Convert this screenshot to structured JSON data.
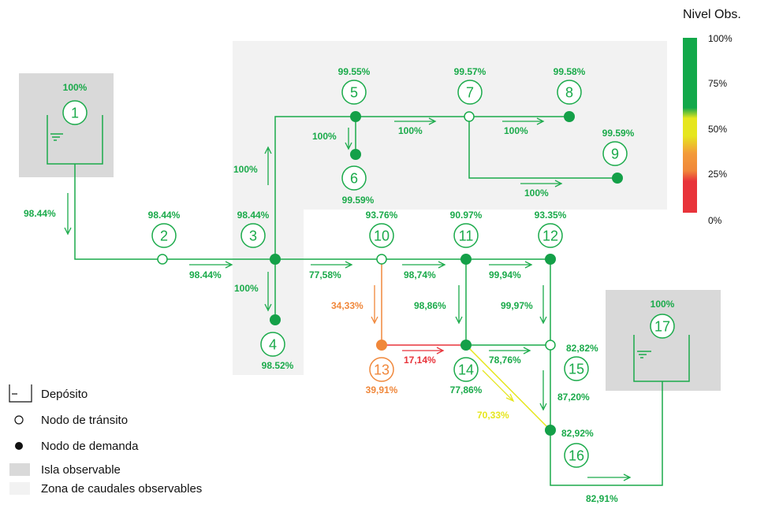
{
  "colors": {
    "green": "#1aaa4a",
    "node_green": "#14a048",
    "orange": "#f0873a",
    "red": "#e8333a",
    "yellow": "#e6e61e",
    "gray_island": "#d9d9d9",
    "light_zone": "#f2f2f2"
  },
  "nodes": {
    "n1": {
      "num": "1",
      "pct": "100%"
    },
    "n2": {
      "num": "2",
      "pct": "98.44%"
    },
    "n3": {
      "num": "3",
      "pct": "98.44%"
    },
    "n4": {
      "num": "4",
      "pct": "98.52%"
    },
    "n5": {
      "num": "5",
      "pct": "99.55%"
    },
    "n6": {
      "num": "6",
      "pct": "99.59%"
    },
    "n7": {
      "num": "7",
      "pct": "99.57%"
    },
    "n8": {
      "num": "8",
      "pct": "99.58%"
    },
    "n9": {
      "num": "9",
      "pct": "99.59%"
    },
    "n10": {
      "num": "10",
      "pct": "93.76%"
    },
    "n11": {
      "num": "11",
      "pct": "90.97%"
    },
    "n12": {
      "num": "12",
      "pct": "93.35%"
    },
    "n13": {
      "num": "13",
      "pct": "39,91%"
    },
    "n14": {
      "num": "14",
      "pct": "77,86%"
    },
    "n15": {
      "num": "15",
      "pct": "82,82%"
    },
    "n16": {
      "num": "16",
      "pct": "82,92%"
    },
    "n17": {
      "num": "17",
      "pct": "100%"
    }
  },
  "flows": {
    "f1_2": "98.44%",
    "f2_3": "98.44%",
    "f3_5": "100%",
    "f5_6": "100%",
    "f5_7": "100%",
    "f7_8": "100%",
    "f7_9": "100%",
    "f3_4": "100%",
    "f3_10": "77,58%",
    "f10_11": "98,74%",
    "f11_12": "99,94%",
    "f10_13": "34,33%",
    "f11_14": "98,86%",
    "f12_15": "99,97%",
    "f13_14": "17,14%",
    "f14_15": "78,76%",
    "f15_16": "87,20%",
    "f14_16": "70,33%",
    "f16_17": "82,91%"
  },
  "scale": {
    "title": "Nivel Obs.",
    "ticks": [
      "100%",
      "75%",
      "50%",
      "25%",
      "0%"
    ]
  },
  "legend": {
    "deposito": "Depósito",
    "transito": "Nodo de tránsito",
    "demanda": "Nodo de demanda",
    "isla": "Isla observable",
    "zona": "Zona de caudales observables"
  }
}
